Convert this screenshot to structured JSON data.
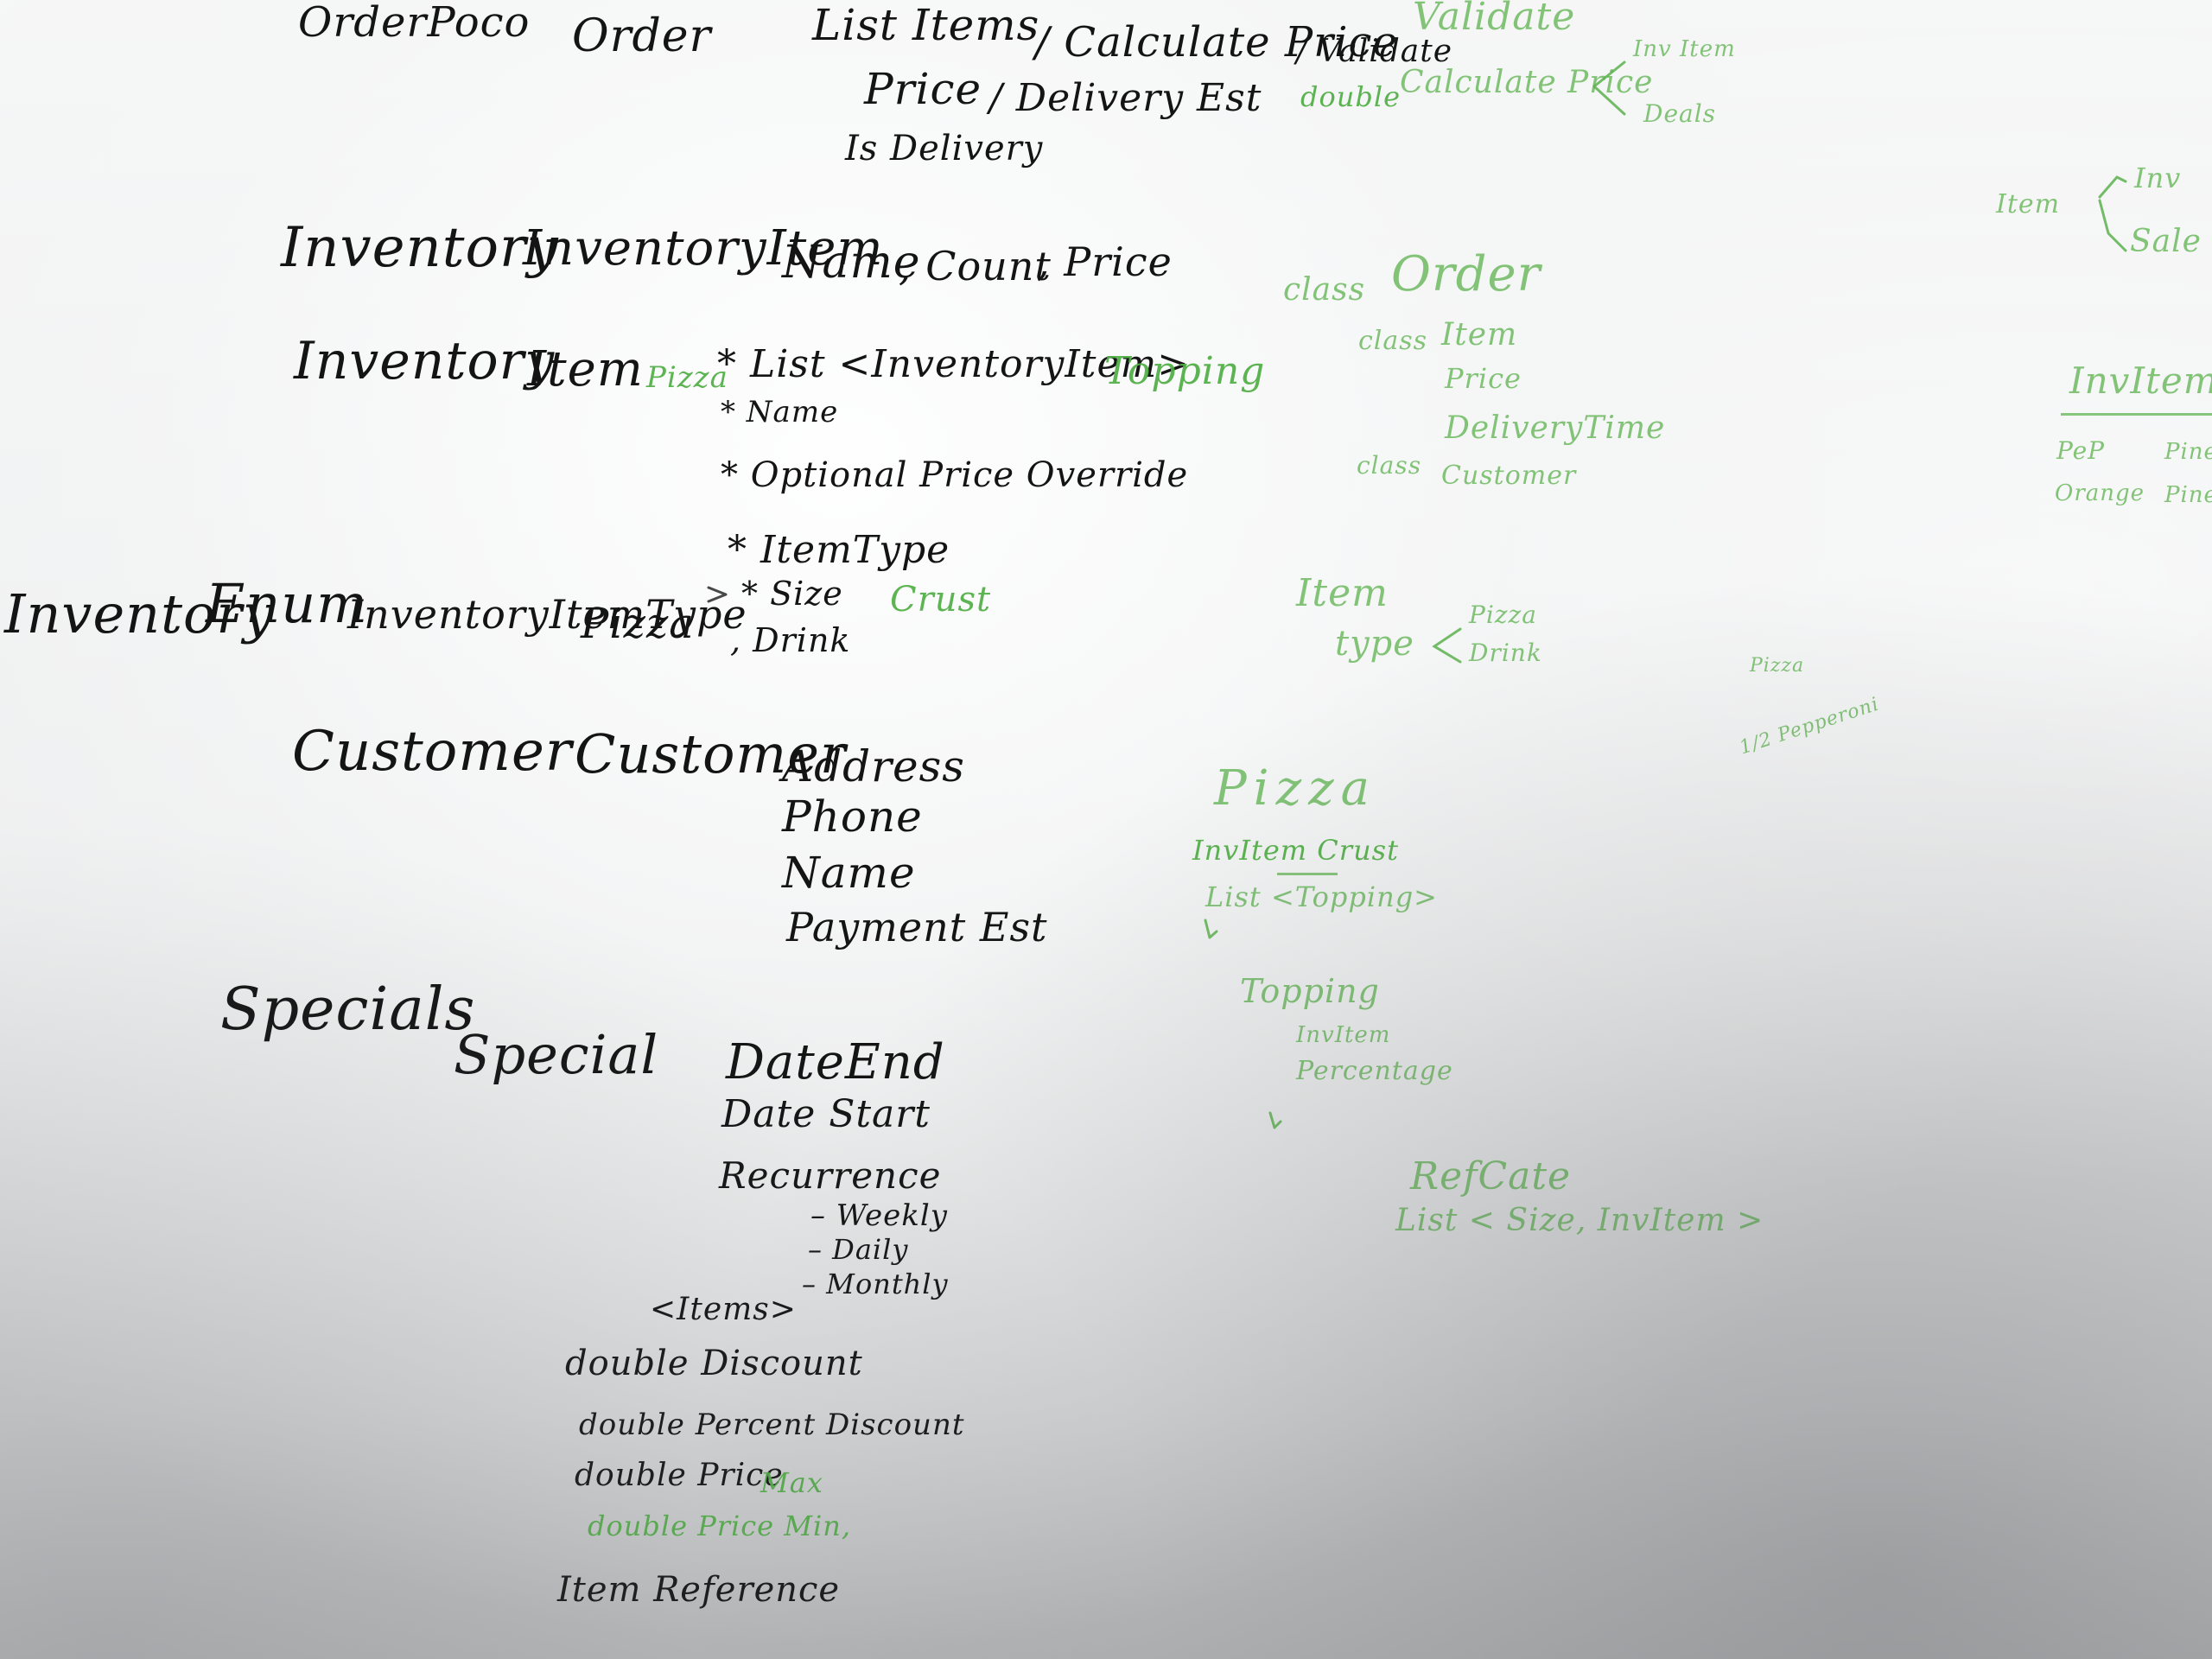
{
  "ink": {
    "black": "#141414",
    "green": "#4fae44"
  },
  "black": {
    "r1": {
      "a": "OrderPoco",
      "b": "Order",
      "c": "List Items",
      "d": "/ Calculate Price",
      "e": "/ Validate",
      "f": "Price",
      "g": "/ Delivery Est",
      "h": "Is Delivery"
    },
    "r2": {
      "a": "Inventory",
      "b": "InventoryItem",
      "c": "Name",
      "d": ", Count",
      "e": ", Price"
    },
    "r3": {
      "a": "Inventory",
      "b": "Item",
      "c": "* List <InventoryItem>",
      "d": "* Name",
      "e": "* Optional Price Override",
      "f": "* ItemType",
      "g": "* Size"
    },
    "r4": {
      "a": "Inventory",
      "b": "Enum",
      "c": "InventoryItemType",
      "d": "Pizza",
      "e": ", Drink"
    },
    "r5": {
      "a": "Customer",
      "b": "Customer",
      "c": "Address",
      "d": "Phone",
      "e": "Name",
      "f": "Payment Est"
    },
    "r6": {
      "a": "Specials",
      "b": "Special",
      "c": "DateEnd",
      "d": "Date Start",
      "e": "Recurrence",
      "f": "– Weekly",
      "g": "– Daily",
      "h": "– Monthly",
      "i": "<Items>",
      "j": "double Discount",
      "k": "double Percent Discount",
      "l": "double Price",
      "m": "Item Reference"
    }
  },
  "green": {
    "top": {
      "a": "Validate",
      "b": "double",
      "c": "Calculate Price",
      "d": "Inv Item",
      "e": "Deals"
    },
    "inline": {
      "a": "Pizza",
      "b": "Topping",
      "c": "Crust",
      "d": "Max",
      "e": "double Price Min,"
    },
    "cls": {
      "a": "class",
      "b": "Order",
      "c": "class",
      "d": "Item",
      "e": "Price",
      "f": "DeliveryTime",
      "g": "class",
      "h": "Customer"
    },
    "itype": {
      "a": "Item",
      "b": "type",
      "c": "Pizza",
      "d": "Drink"
    },
    "pz": {
      "a": "Pizza",
      "b": "InvItem Crust",
      "c": "List <Topping>",
      "d": "Topping",
      "e": "InvItem",
      "f": "Percentage"
    },
    "note": {
      "a": "Pizza",
      "b": "1/2 Pepperoni"
    },
    "ref": {
      "a": "RefCate",
      "b": "List < Size, InvItem >"
    },
    "right": {
      "a": "Item",
      "b": "Inv",
      "c": "Sale",
      "d": "InvItem",
      "e": "PeP",
      "f": "Orange",
      "g": "Pine",
      "h": "Pine"
    }
  }
}
